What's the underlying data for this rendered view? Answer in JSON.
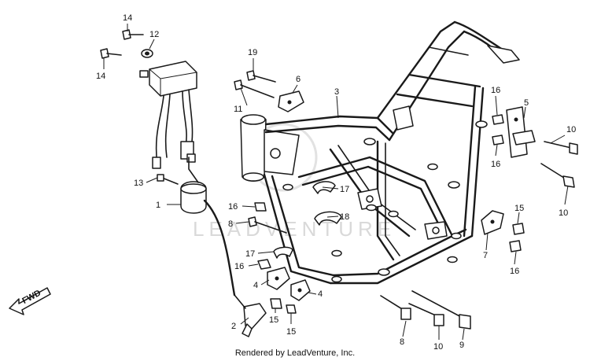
{
  "diagram": {
    "credit": "Rendered by LeadVenture, Inc.",
    "watermark": "LEADVENTURE",
    "fwd_label": "FWD",
    "callouts": {
      "c1": "1",
      "c2": "2",
      "c3": "3",
      "c4a": "4",
      "c4b": "4",
      "c5": "5",
      "c6": "6",
      "c7": "7",
      "c8a": "8",
      "c8b": "8",
      "c9": "9",
      "c10a": "10",
      "c10b": "10",
      "c10c": "10",
      "c11": "11",
      "c12": "12",
      "c13": "13",
      "c14a": "14",
      "c14b": "14",
      "c15a": "15",
      "c15b": "15",
      "c15c": "15",
      "c16a": "16",
      "c16b": "16",
      "c16c": "16",
      "c16d": "16",
      "c16e": "16",
      "c17a": "17",
      "c17b": "17",
      "c18": "18",
      "c19": "19"
    }
  }
}
